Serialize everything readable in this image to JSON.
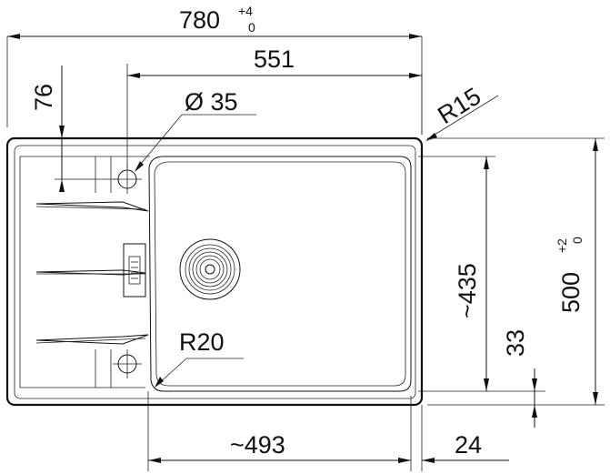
{
  "dimensions": {
    "overall_width": {
      "value": "780",
      "tol_upper": "+4",
      "tol_lower": "0"
    },
    "overall_height": {
      "value": "500",
      "tol_upper": "+2",
      "tol_lower": "0"
    },
    "hole_spacing": "551",
    "hole_offset": "76",
    "hole_diameter": "Ø 35",
    "corner_radius_outer": "R15",
    "corner_radius_bowl": "R20",
    "bowl_height": "~435",
    "bowl_width": "~493",
    "bottom_offset": "33",
    "right_offset": "24"
  }
}
